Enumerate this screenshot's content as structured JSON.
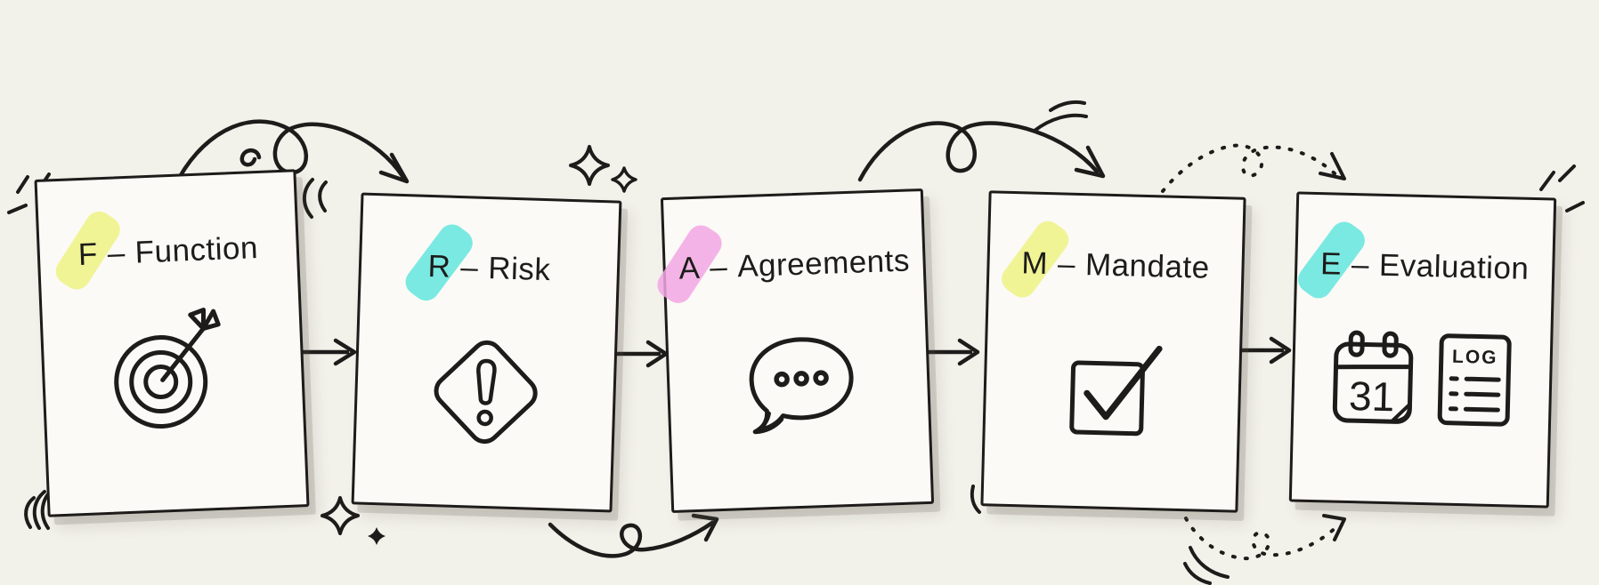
{
  "colors": {
    "background": "#f2f1ea",
    "paper": "#fbfaf6",
    "ink": "#1d1c1a",
    "highlight_yellow": "#edf283",
    "highlight_cyan": "#63e5de",
    "highlight_pink": "#f2a6e4"
  },
  "cards": [
    {
      "letter": "F",
      "dash": "–",
      "word": "Function",
      "highlight": "#edf283",
      "icon": "target-icon"
    },
    {
      "letter": "R",
      "dash": "–",
      "word": "Risk",
      "highlight": "#63e5de",
      "icon": "warning-diamond-icon"
    },
    {
      "letter": "A",
      "dash": "–",
      "word": "Agreements",
      "highlight": "#f2a6e4",
      "icon": "speech-bubble-icon"
    },
    {
      "letter": "M",
      "dash": "–",
      "word": "Mandate",
      "highlight": "#edf283",
      "icon": "checkbox-check-icon"
    },
    {
      "letter": "E",
      "dash": "–",
      "word": "Evaluation",
      "highlight": "#63e5de",
      "icon": "calendar-icon,log-document-icon",
      "calendar_day": "31",
      "log_title": "LOG"
    }
  ],
  "decorations": [
    "loop-arrow-top-1-2",
    "loop-arrow-bottom-2-3",
    "loop-arrow-top-3-4",
    "dashed-loop-arrow-top-4-5",
    "dashed-loop-arrow-bottom-4-5",
    "flow-arrow-1-2",
    "flow-arrow-2-3",
    "flow-arrow-3-4",
    "flow-arrow-4-5",
    "sparkles-above-card-3",
    "sparkles-below-card-2",
    "motion-lines-card-1-top",
    "motion-lines-card-1-bottom",
    "motion-lines-card-2-top",
    "motion-lines-card-4-top",
    "motion-lines-card-4-corner",
    "motion-lines-card-5-top",
    "motion-lines-dashed-bottom"
  ]
}
